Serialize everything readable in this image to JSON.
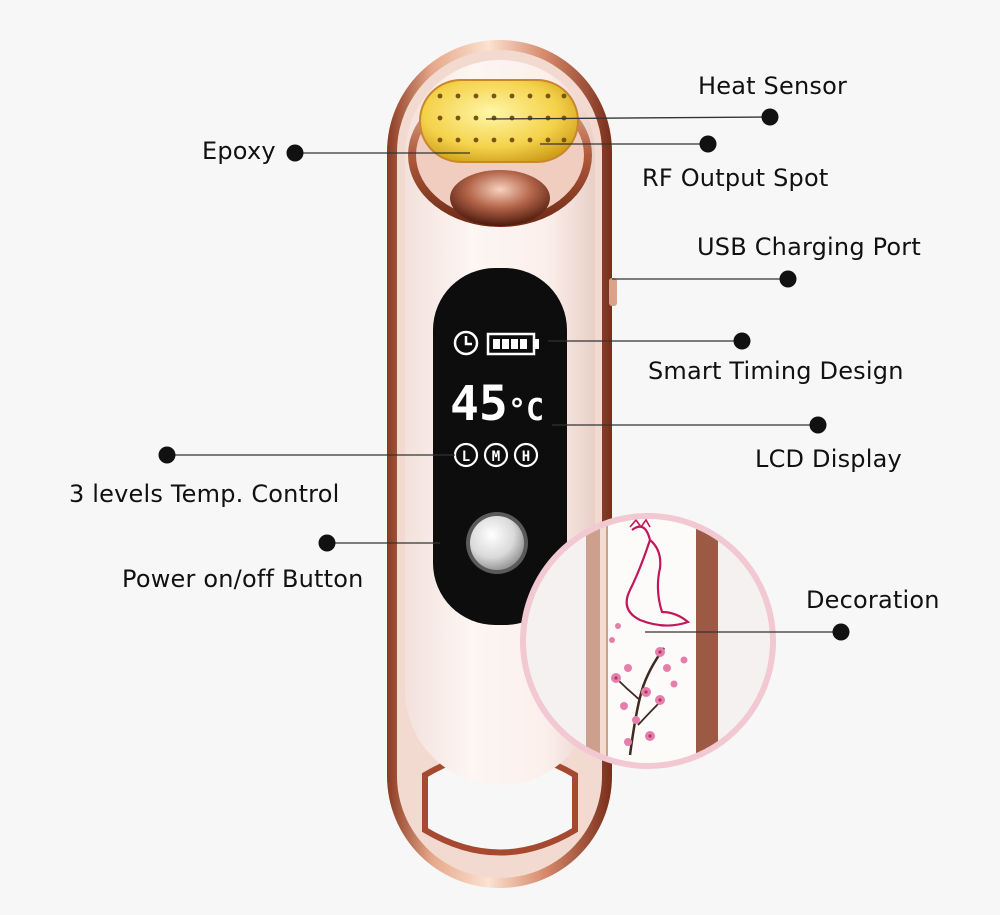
{
  "diagram": {
    "lcd": {
      "temperature": "45",
      "unit": "°C",
      "modes": [
        "L",
        "M",
        "H"
      ]
    },
    "callouts": {
      "heat_sensor": "Heat Sensor",
      "epoxy": "Epoxy",
      "rf_output_spot": "RF Output Spot",
      "usb_charging_port": "USB Charging Port",
      "smart_timing_design": "Smart Timing Design",
      "lcd_display": "LCD Display",
      "temp_control": "3 levels Temp. Control",
      "power_button": "Power on/off Button",
      "decoration": "Decoration"
    }
  }
}
